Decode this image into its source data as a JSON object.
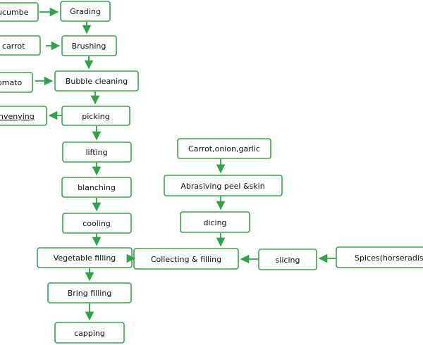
{
  "colors": {
    "border": "#3aa34f",
    "arrow": "#2ea34a",
    "text": "#111111",
    "background": "#ffffff"
  },
  "nodes": {
    "cucumber": {
      "label": "ucumbe"
    },
    "grading": {
      "label": "Grading"
    },
    "carrot_input": {
      "label": ", carrot"
    },
    "brushing": {
      "label": "Brushing"
    },
    "tomato": {
      "label": "omato"
    },
    "bubble_cleaning": {
      "label": "Bubble cleaning"
    },
    "conveying": {
      "label": "nvenying"
    },
    "picking": {
      "label": "picking"
    },
    "lifting": {
      "label": "lifting"
    },
    "blanching": {
      "label": "blanching"
    },
    "cooling": {
      "label": "cooling"
    },
    "vegetable_filling": {
      "label": "Vegetable filling"
    },
    "bring_filling": {
      "label": "Bring filling"
    },
    "capping": {
      "label": "capping"
    },
    "carrot_onion_garlic": {
      "label": "Carrot,onion,garlic"
    },
    "abrasive_peel": {
      "label": "Abrasiving peel &skin"
    },
    "dicing": {
      "label": "dicing"
    },
    "collecting_filling": {
      "label": "Collecting & filling"
    },
    "slicing": {
      "label": "slicing"
    },
    "spices": {
      "label": "Spices(horseradish"
    }
  }
}
